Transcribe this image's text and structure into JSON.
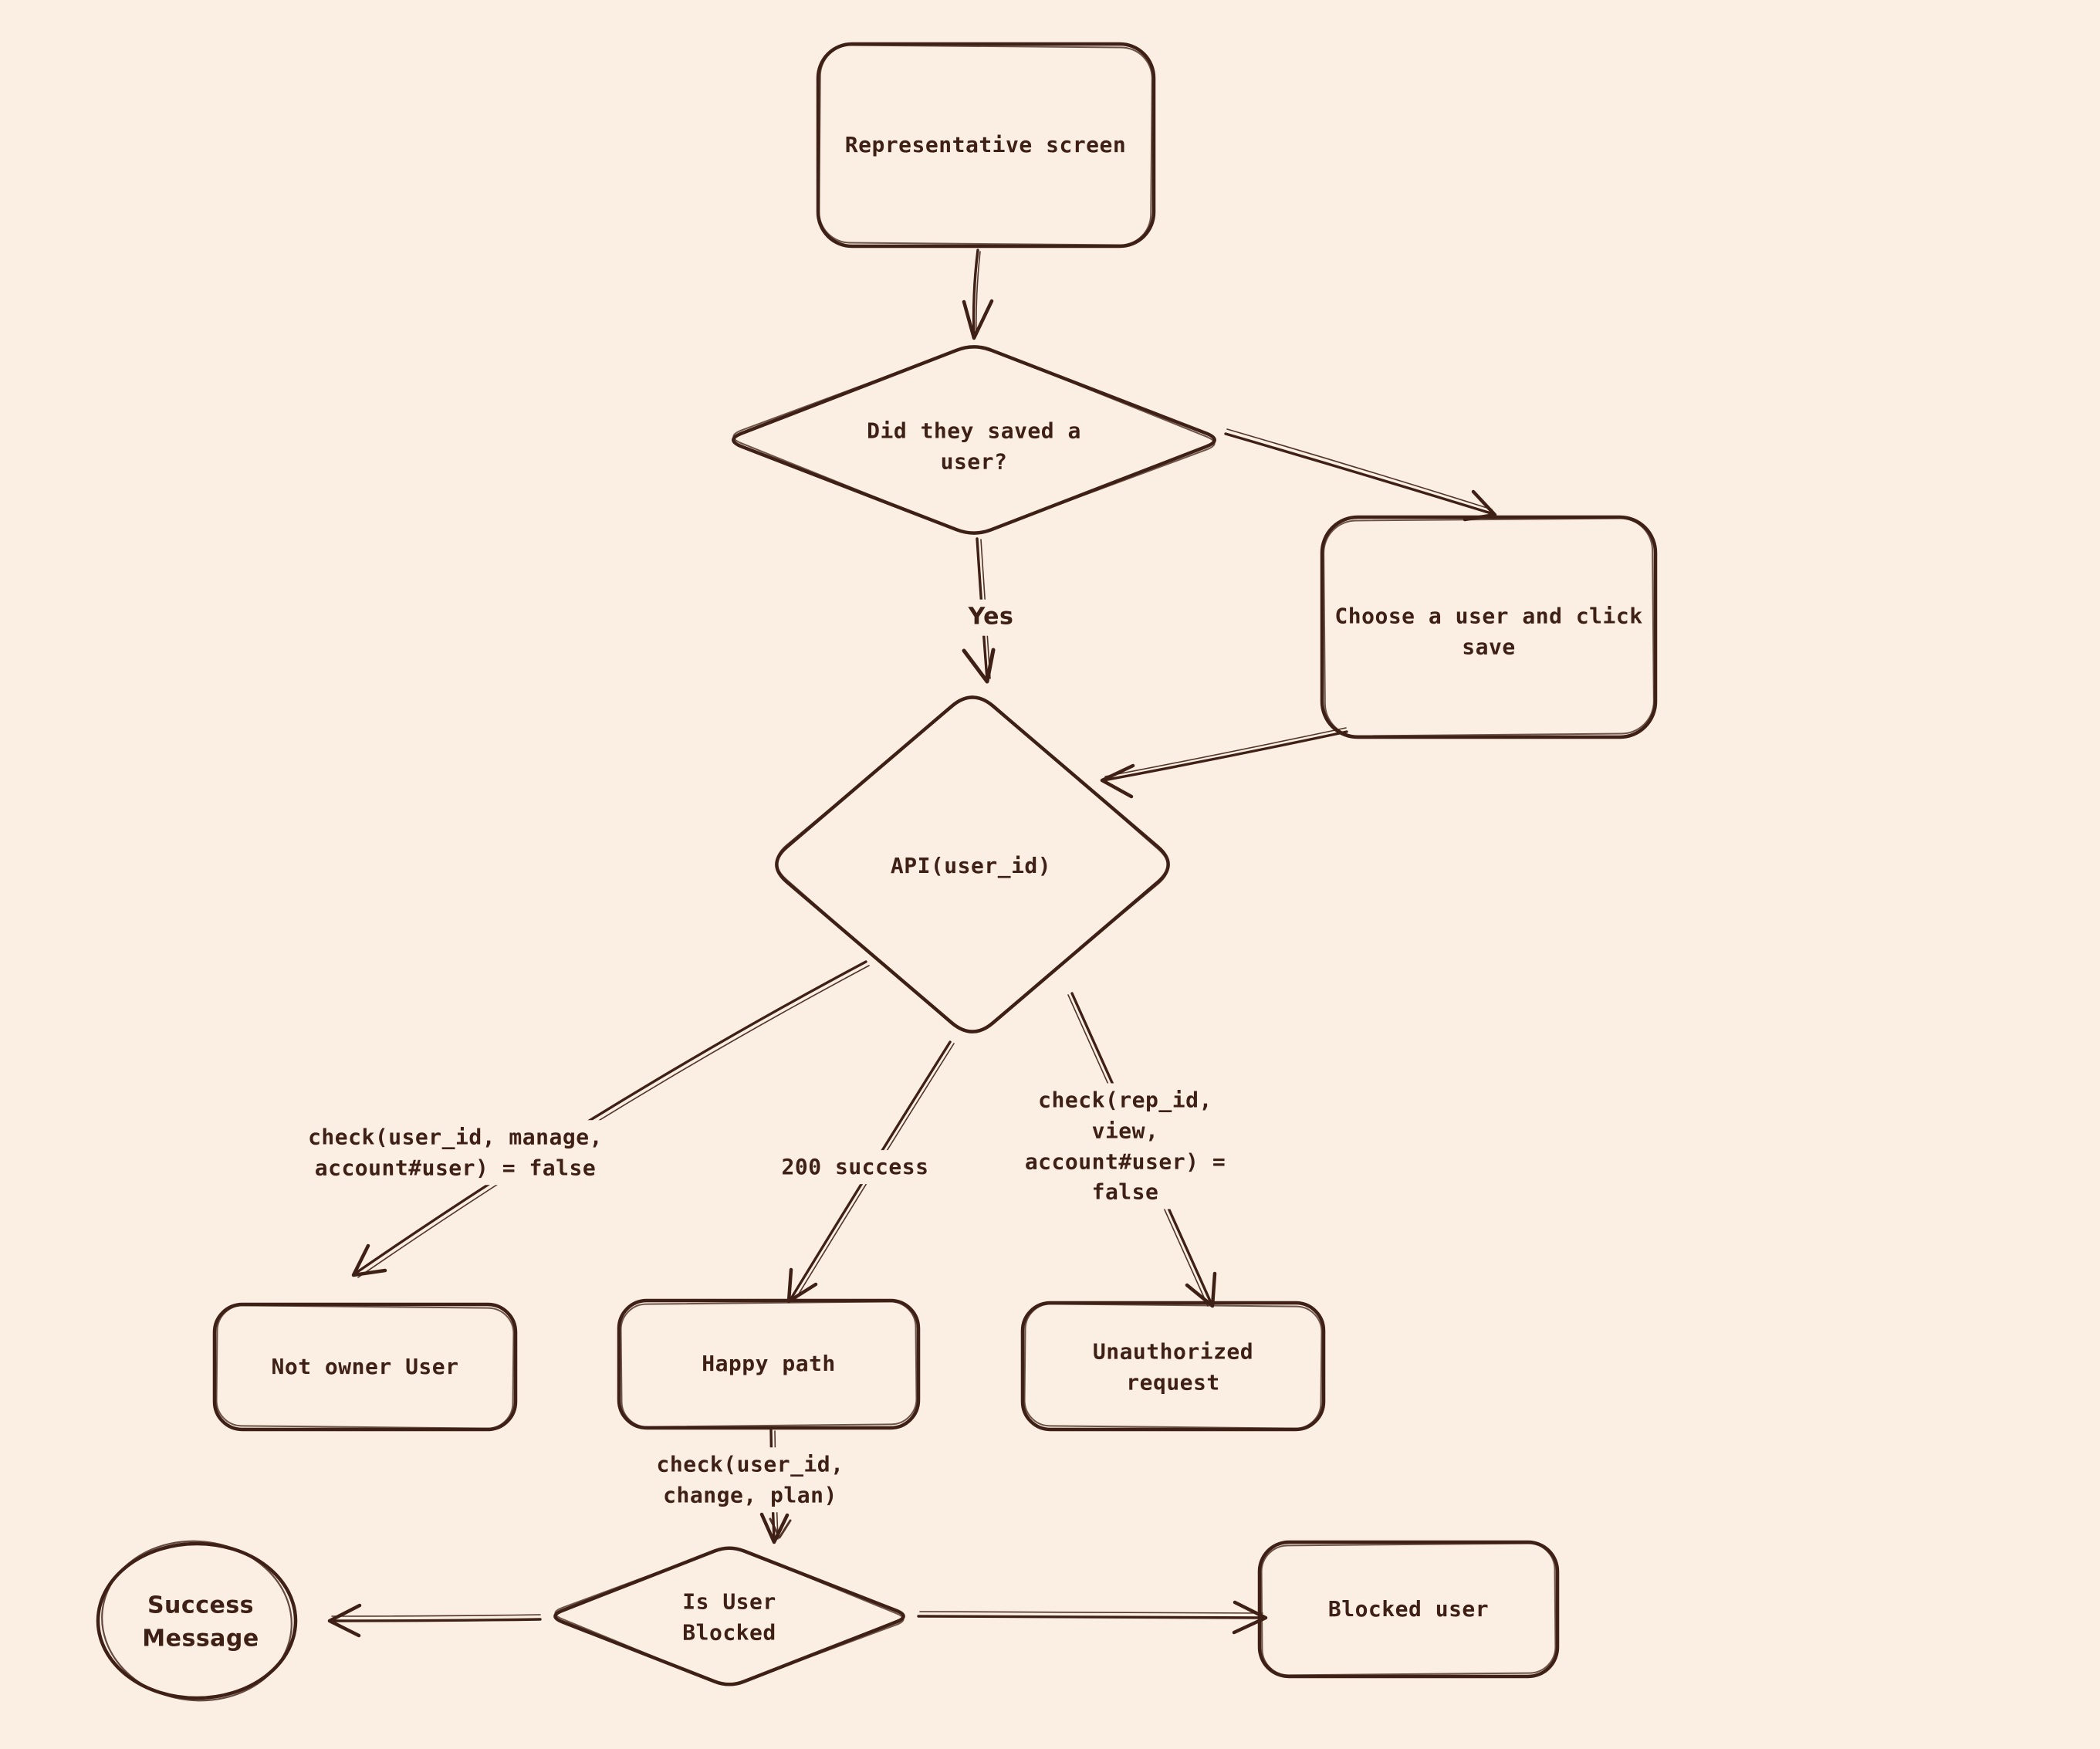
{
  "canvas": {
    "background": "#fbeee3",
    "ink": "#3e2016"
  },
  "nodes": {
    "representative_screen": {
      "label": "Representative screen",
      "shape": "rounded-rectangle"
    },
    "saved_user_decision": {
      "label": "Did they saved a\nuser?",
      "shape": "diamond"
    },
    "choose_user": {
      "label": "Choose a user and click\nsave",
      "shape": "rounded-rectangle"
    },
    "api_call": {
      "label": "API(user_id)",
      "shape": "diamond"
    },
    "not_owner_user": {
      "label": "Not owner User",
      "shape": "rounded-rectangle"
    },
    "happy_path": {
      "label": "Happy path",
      "shape": "rounded-rectangle"
    },
    "unauthorized_request": {
      "label": "Unauthorized\nrequest",
      "shape": "rounded-rectangle"
    },
    "is_user_blocked": {
      "label": "Is User\nBlocked",
      "shape": "diamond"
    },
    "success_message": {
      "label": "Success\nMessage",
      "shape": "ellipse"
    },
    "blocked_user": {
      "label": "Blocked user",
      "shape": "rounded-rectangle"
    }
  },
  "edge_labels": {
    "yes": "Yes",
    "check_manage": "check(user_id, manage,\naccount#user) = false",
    "http_200": "200 success",
    "check_view": "check(rep_id,\nview,\naccount#user) =\nfalse",
    "check_change_plan": "check(user_id,\nchange, plan)"
  }
}
